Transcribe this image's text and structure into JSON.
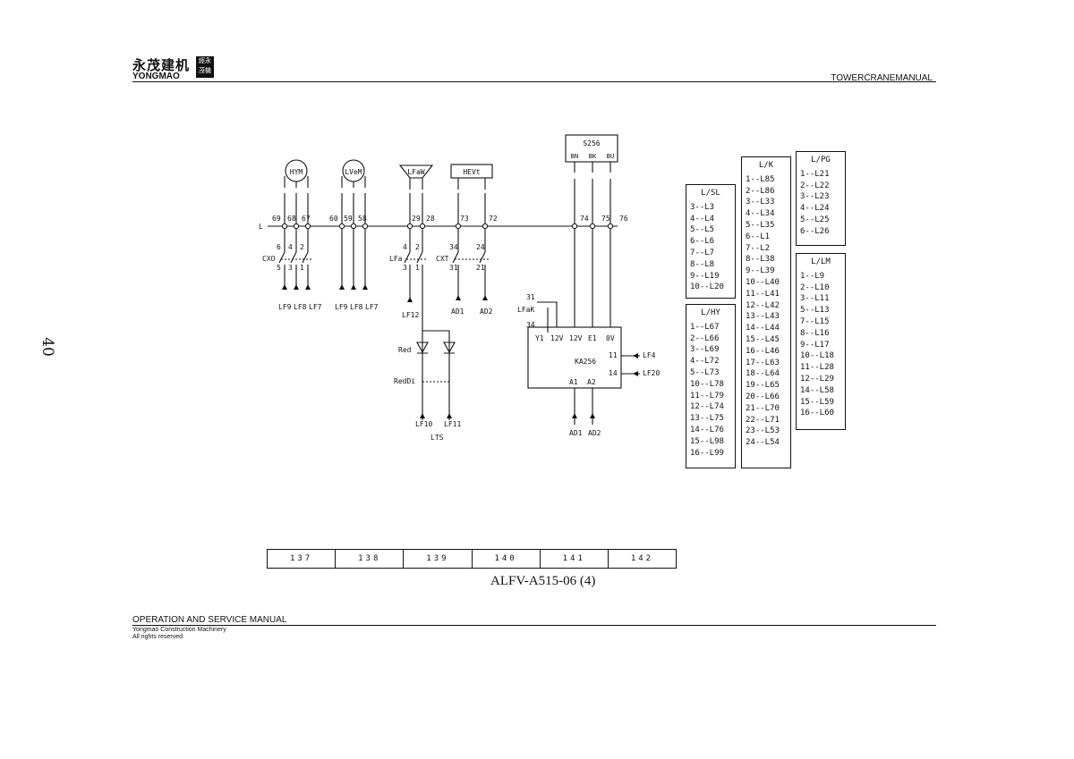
{
  "header": {
    "logo_cn": "永茂建机",
    "logo_en": "YONGMAO",
    "logo_mark": "經永 茂機",
    "right_title": "TOWERCRANEMANUAL"
  },
  "page_number": "40",
  "diagram": {
    "motors": [
      "HYM",
      "LVeM"
    ],
    "devices": [
      "LFaW",
      "HEVt",
      "S256"
    ],
    "s256_pins": [
      "BN",
      "BK",
      "BU"
    ],
    "bus_label": "L",
    "terminals_top": [
      "69",
      "68",
      "67",
      "60",
      "59",
      "58",
      "29",
      "28",
      "73",
      "72",
      "74",
      "75",
      "76"
    ],
    "switch_top_nums": [
      "6",
      "4",
      "2",
      "4",
      "2",
      "34",
      "24"
    ],
    "switch_bot_nums": [
      "5",
      "3",
      "1",
      "3",
      "1",
      "31",
      "21"
    ],
    "switch_labels": [
      "CXO",
      "LFa",
      "CXT"
    ],
    "outputs_left": [
      "LF9",
      "LF8",
      "LF7",
      "LF9",
      "LF8",
      "LF7"
    ],
    "lf12": "LF12",
    "ad_left": [
      "AD1",
      "AD2"
    ],
    "relay_label": "LFaK",
    "relay_nums": [
      "31",
      "34"
    ],
    "module_name": "KA256",
    "module_top_pins": [
      "Y1",
      "12V",
      "12V",
      "E1",
      "0V"
    ],
    "module_bottom_pins": [
      "A1",
      "A2"
    ],
    "module_side": [
      {
        "pin": "11",
        "label": "LF4"
      },
      {
        "pin": "14",
        "label": "LF20"
      }
    ],
    "module_ad": [
      "AD1",
      "AD2"
    ],
    "red_label": "Red",
    "reddi_label": "RedDi",
    "lts_outputs": [
      "LF10",
      "LF11"
    ],
    "lts_label": "LTS"
  },
  "tables": {
    "sl": {
      "title": "L/SL",
      "rows": [
        "3--L3",
        "4--L4",
        "5--L5",
        "6--L6",
        "7--L7",
        "8--L8",
        "9--L19",
        "10--L20"
      ]
    },
    "hy": {
      "title": "L/HY",
      "rows": [
        "1--L67",
        "2--L66",
        "3--L69",
        "4--L72",
        "5--L73",
        "10--L78",
        "11--L79",
        "12--L74",
        "13--L75",
        "14--L76",
        "15--L98",
        "16--L99"
      ]
    },
    "k": {
      "title": "L/K",
      "rows": [
        "1--L85",
        "2--L86",
        "3--L33",
        "4--L34",
        "5--L35",
        "6--L1",
        "7--L2",
        "8--L38",
        "9--L39",
        "10--L40",
        "11--L41",
        "12--L42",
        "13--L43",
        "14--L44",
        "15--L45",
        "16--L46",
        "17--L63",
        "18--L64",
        "19--L65",
        "20--L66",
        "21--L70",
        "22--L71",
        "23--L53",
        "24--L54"
      ]
    },
    "pg": {
      "title": "L/PG",
      "rows": [
        "1--L21",
        "2--L22",
        "3--L23",
        "4--L24",
        "5--L25",
        "6--L26"
      ]
    },
    "lm": {
      "title": "L/LM",
      "rows": [
        "1--L9",
        "2--L10",
        "3--L11",
        "5--L13",
        "7--L15",
        "8--L16",
        "9--L17",
        "10--L18",
        "11--L28",
        "12--L29",
        "14--L58",
        "15--L59",
        "16--L60"
      ]
    }
  },
  "scale_bar": [
    "137",
    "138",
    "139",
    "140",
    "141",
    "142"
  ],
  "drawing_number": "ALFV-A515-06 (4)",
  "footer": {
    "title": "OPERATION AND SERVICE MANUAL",
    "line1": "Yongmao Construction Machinery",
    "line2": "All rights reserved"
  }
}
